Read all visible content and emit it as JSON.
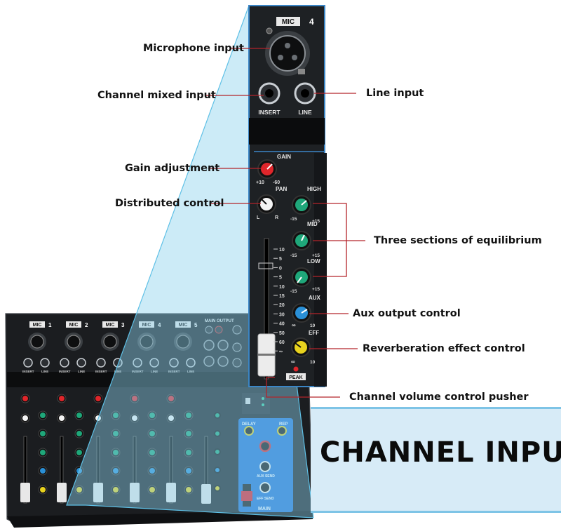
{
  "banner": {
    "title": "CHANNEL INPUT"
  },
  "callouts": {
    "microphone_input": "Microphone input",
    "channel_mixed_input": "Channel mixed input",
    "line_input": "Line input",
    "gain_adjustment": "Gain adjustment",
    "distributed_control": "Distributed control",
    "three_sections": "Three sections of equilibrium",
    "aux_output": "Aux output control",
    "reverb_effect": "Reverberation effect control",
    "volume_pusher": "Channel volume control pusher"
  },
  "strip": {
    "mic_label": "MIC",
    "channel_number": "4",
    "insert_label": "INSERT",
    "line_label": "LINE",
    "gain_label": "GAIN",
    "gain_min": "+10",
    "gain_max": "-60",
    "pan_label": "PAN",
    "pan_left": "L",
    "pan_right": "R",
    "high_label": "HIGH",
    "mid_label": "MID",
    "low_label": "LOW",
    "aux_label": "AUX",
    "eff_label": "EFF",
    "eq_min": "-15",
    "eq_max": "+15",
    "send_min": "∞",
    "send_max": "10",
    "peak_label": "PEAK",
    "fader_scale": [
      "10",
      "5",
      "0",
      "5",
      "10",
      "15",
      "20",
      "30",
      "40",
      "50",
      "60",
      "∞"
    ]
  },
  "mixer": {
    "channels": [
      {
        "mic": "MIC",
        "number": "1"
      },
      {
        "mic": "MIC",
        "number": "2"
      },
      {
        "mic": "MIC",
        "number": "3"
      },
      {
        "mic": "MIC",
        "number": "4"
      },
      {
        "mic": "MIC",
        "number": "5"
      }
    ],
    "main_output_label": "MAIN OUTPUT",
    "main_label": "MAIN",
    "insert_label": "INSERT",
    "line_label": "LINE",
    "delay_label": "DELAY",
    "rep_label": "REP",
    "aux_send_label": "AUX SEND",
    "eff_send_label": "EFF SEND"
  },
  "colors": {
    "gain_knob": "#e0262b",
    "eq_knob": "#1fa77a",
    "aux_knob": "#2a8fd6",
    "eff_knob": "#e8d21e",
    "pan_knob": "#f4f4f4",
    "panel": "#1e2124",
    "panel_blue_line": "#3b86c6",
    "leader_line": "#b3242a",
    "banner_bg": "#d7ebf7",
    "funnel": "#8fd3ee",
    "main_section": "#1f72d6"
  }
}
